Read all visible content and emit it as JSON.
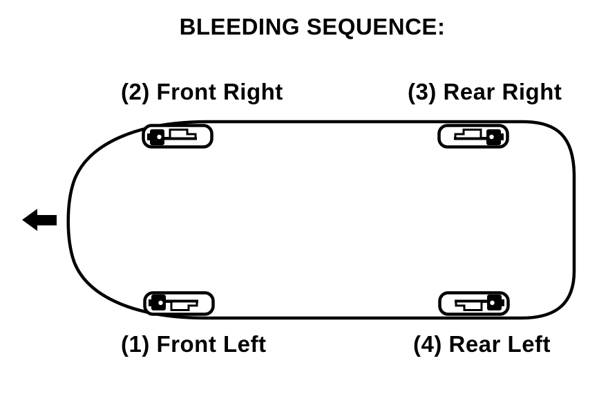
{
  "page": {
    "background_color": "#ffffff",
    "ink_color": "#000000"
  },
  "title": "BLEEDING SEQUENCE:",
  "diagram": {
    "description": "Top view of vehicle with four wheel brake calipers",
    "front_arrow_direction": "left",
    "wheels": {
      "front_left": {
        "label": "(1) Front Left",
        "order": 1,
        "position": "bottom-left"
      },
      "front_right": {
        "label": "(2) Front Right",
        "order": 2,
        "position": "top-left"
      },
      "rear_right": {
        "label": "(3) Rear Right",
        "order": 3,
        "position": "top-right"
      },
      "rear_left": {
        "label": "(4) Rear Left",
        "order": 4,
        "position": "bottom-right"
      }
    }
  }
}
